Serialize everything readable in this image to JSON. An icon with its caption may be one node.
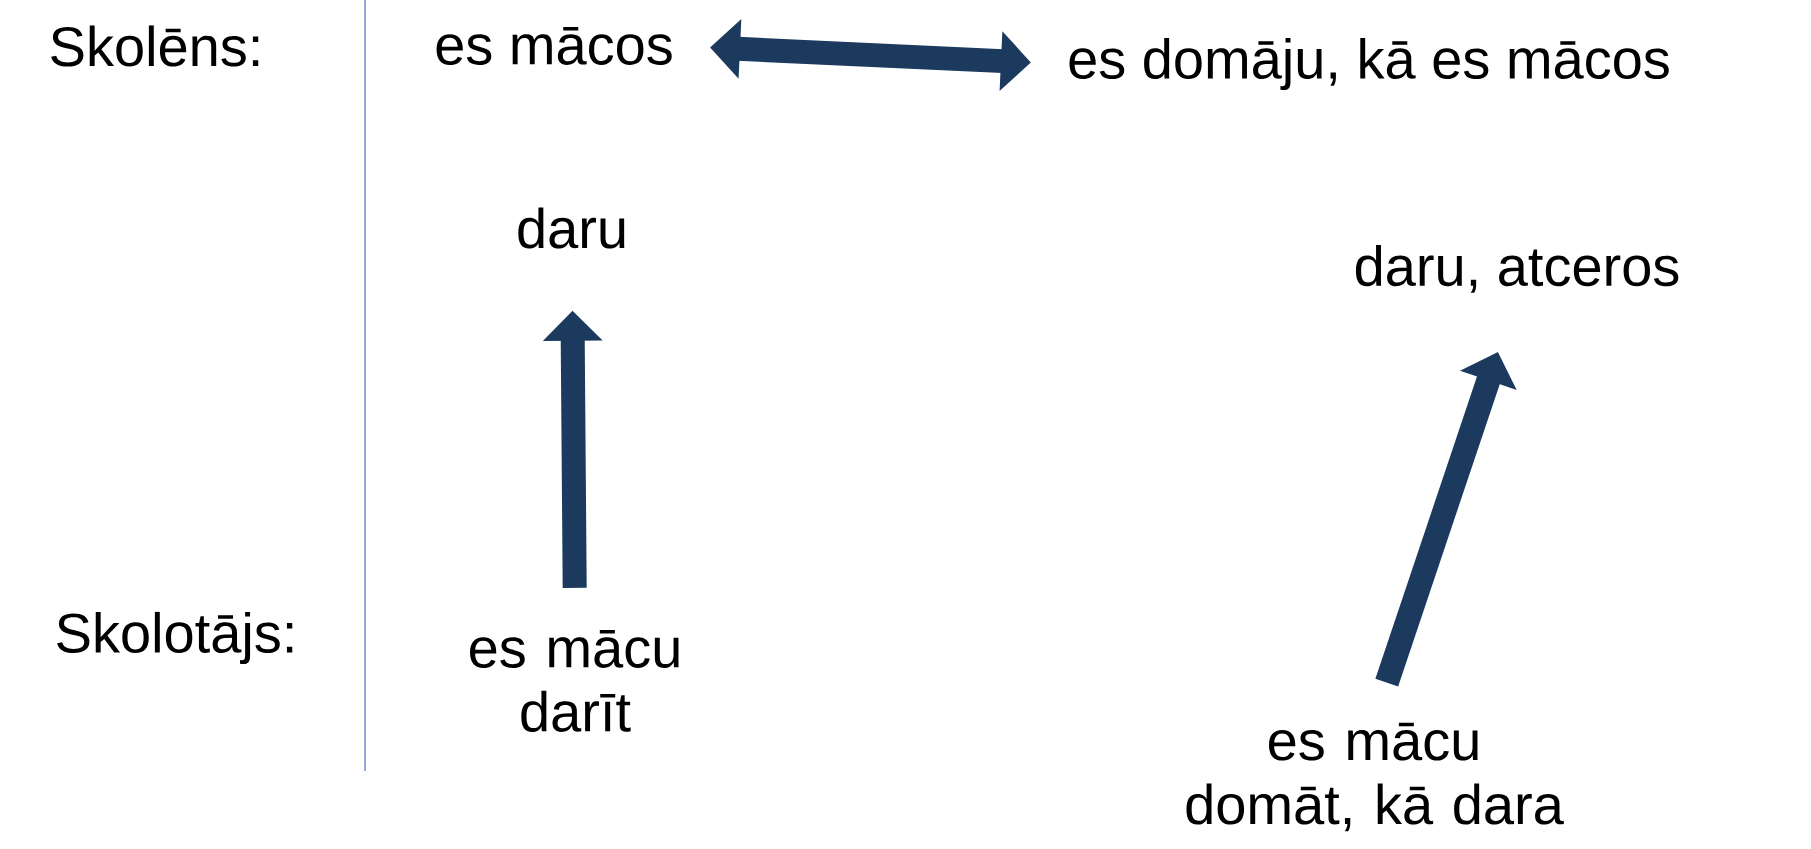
{
  "diagram": {
    "nodes": [
      {
        "text": [
          "es mācos"
        ]
      },
      {
        "text": [
          "es domāju, kā es mācos"
        ]
      },
      {
        "text": [
          "daru"
        ]
      },
      {
        "text": [
          "daru, atceros"
        ]
      },
      {
        "text": [
          "es mācu darīt"
        ]
      },
      {
        "text": [
          "es mācu domāt, kā dara"
        ]
      }
    ],
    "edges": [
      {
        "from": 0,
        "to": 1,
        "arrow": "both"
      },
      {
        "from": 4,
        "to": 2,
        "arrow": "to"
      },
      {
        "from": 5,
        "to": 3,
        "arrow": "to"
      }
    ],
    "labels": [
      "Skolēns:",
      "Skolotājs:"
    ]
  }
}
